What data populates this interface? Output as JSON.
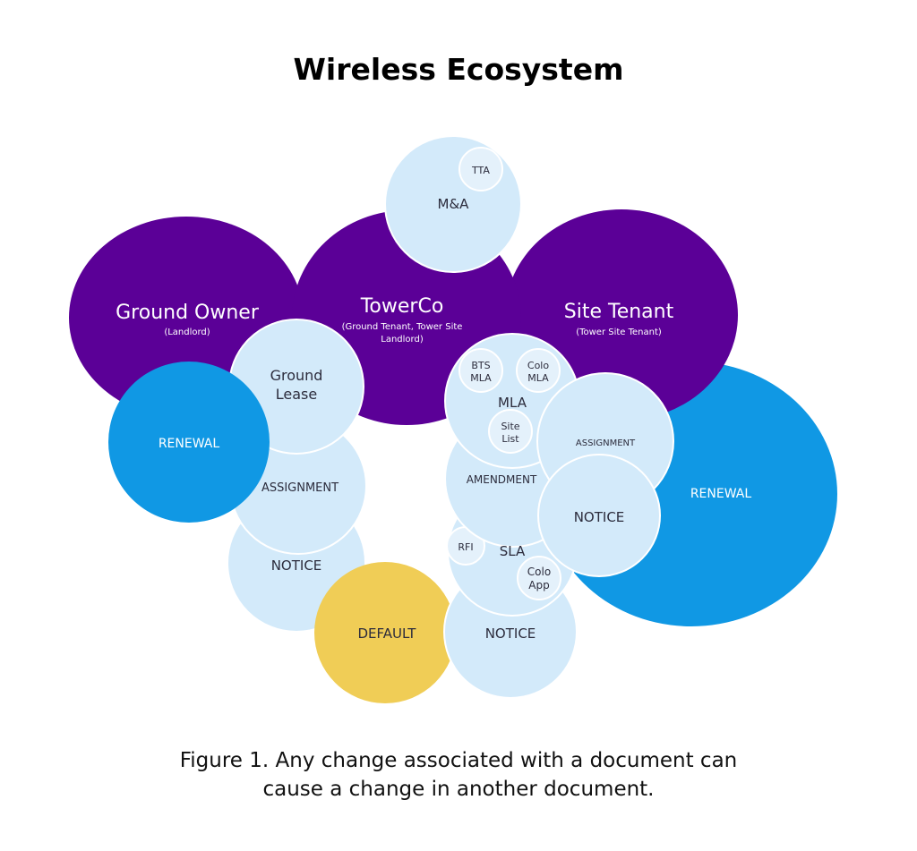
{
  "title": "Wireless Ecosystem",
  "caption": {
    "line1": "Figure 1. Any change associated with a document can",
    "line2": "cause a change in another document."
  },
  "colors": {
    "purple": "#5b0097",
    "blue": "#1098e4",
    "light_blue": "#d3eafa",
    "small_bubble": "#e4f1fb",
    "yellow": "#f0cd56"
  },
  "nodes": {
    "ground_owner": {
      "label": "Ground Owner",
      "sub": "(Landlord)"
    },
    "towerco": {
      "label": "TowerCo",
      "sub1": "(Ground Tenant, Tower Site",
      "sub2": "Landlord)"
    },
    "site_tenant": {
      "label": "Site Tenant",
      "sub": "(Tower Site Tenant)"
    },
    "ma": {
      "label": "M&A"
    },
    "tta": {
      "label": "TTA"
    },
    "ground_lease": {
      "line1": "Ground",
      "line2": "Lease"
    },
    "renewal_left": {
      "label": "RENEWAL"
    },
    "assignment_left": {
      "label": "ASSIGNMENT"
    },
    "notice_left": {
      "label": "NOTICE"
    },
    "default": {
      "label": "DEFAULT"
    },
    "mla": {
      "label": "MLA"
    },
    "bts_mla": {
      "line1": "BTS",
      "line2": "MLA"
    },
    "colo_mla": {
      "line1": "Colo",
      "line2": "MLA"
    },
    "site_list": {
      "line1": "Site",
      "line2": "List"
    },
    "amendment": {
      "label": "AMENDMENT"
    },
    "sla": {
      "label": "SLA"
    },
    "rfi": {
      "label": "RFI"
    },
    "colo_app": {
      "line1": "Colo",
      "line2": "App"
    },
    "notice_bottom": {
      "label": "NOTICE"
    },
    "assignment_right": {
      "label": "ASSIGNMENT"
    },
    "notice_right": {
      "label": "NOTICE"
    },
    "renewal_right": {
      "label": "RENEWAL"
    }
  }
}
